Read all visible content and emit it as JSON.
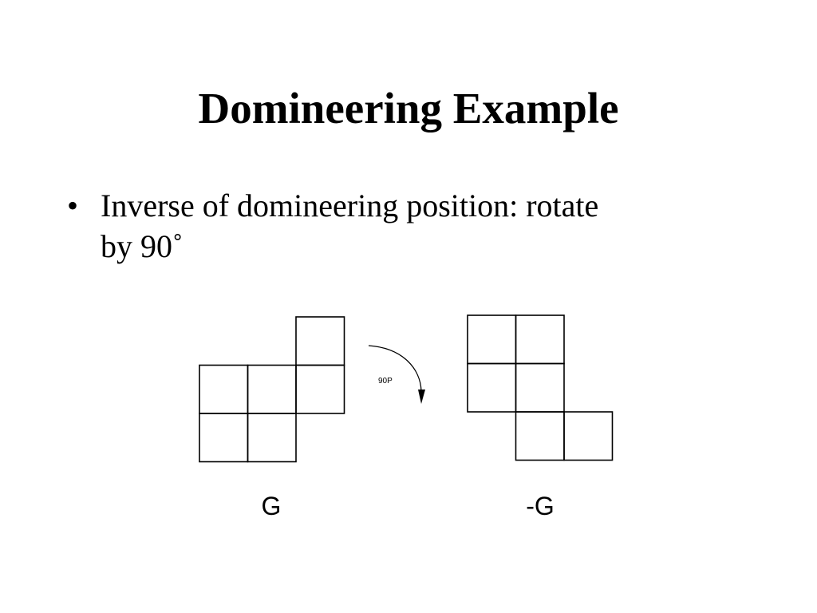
{
  "slide": {
    "title": "Domineering Example",
    "bullets": [
      {
        "marker": "•",
        "text": "Inverse of domineering position: rotate by 90˚"
      }
    ]
  },
  "diagram": {
    "left_position_label": "G",
    "right_position_label": "-G",
    "rotation_label": "90P",
    "left_position_cells": [
      [
        0,
        1
      ],
      [
        1,
        1
      ],
      [
        2,
        0
      ],
      [
        2,
        1
      ],
      [
        0,
        2
      ],
      [
        1,
        2
      ]
    ],
    "right_position_cells": [
      [
        0,
        0
      ],
      [
        1,
        0
      ],
      [
        0,
        1
      ],
      [
        1,
        1
      ],
      [
        1,
        2
      ],
      [
        2,
        2
      ]
    ]
  }
}
